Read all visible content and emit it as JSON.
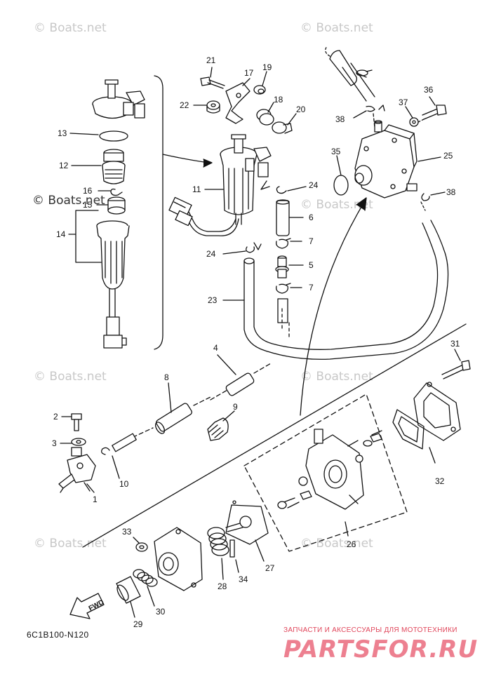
{
  "watermark": "© Boats.net",
  "diagram_code": "6C1B100-N120",
  "brand": {
    "tagline": "ЗАПЧАСТИ И АКСЕССУАРЫ ДЛЯ МОТОТЕХНИКИ",
    "logo": "PARTSFOR.RU"
  },
  "fwd_label": "FWD",
  "callouts": {
    "c21": "21",
    "c17": "17",
    "c19": "19",
    "c22": "22",
    "c18": "18",
    "c20": "20",
    "c13": "13",
    "c12": "12",
    "c16": "16",
    "c15": "15",
    "c14": "14",
    "c11": "11",
    "c24a": "24",
    "c6": "6",
    "c7a": "7",
    "c24b": "24",
    "c5": "5",
    "c7b": "7",
    "c23": "23",
    "c38a": "38",
    "c37": "37",
    "c36": "36",
    "c35": "35",
    "c25": "25",
    "c38b": "38",
    "c4": "4",
    "c31": "31",
    "c8": "8",
    "c9": "9",
    "c2": "2",
    "c3": "3",
    "c10": "10",
    "c1": "1",
    "c32": "32",
    "c33": "33",
    "c26": "26",
    "c27": "27",
    "c28": "28",
    "c34": "34",
    "c30": "30",
    "c29": "29"
  }
}
